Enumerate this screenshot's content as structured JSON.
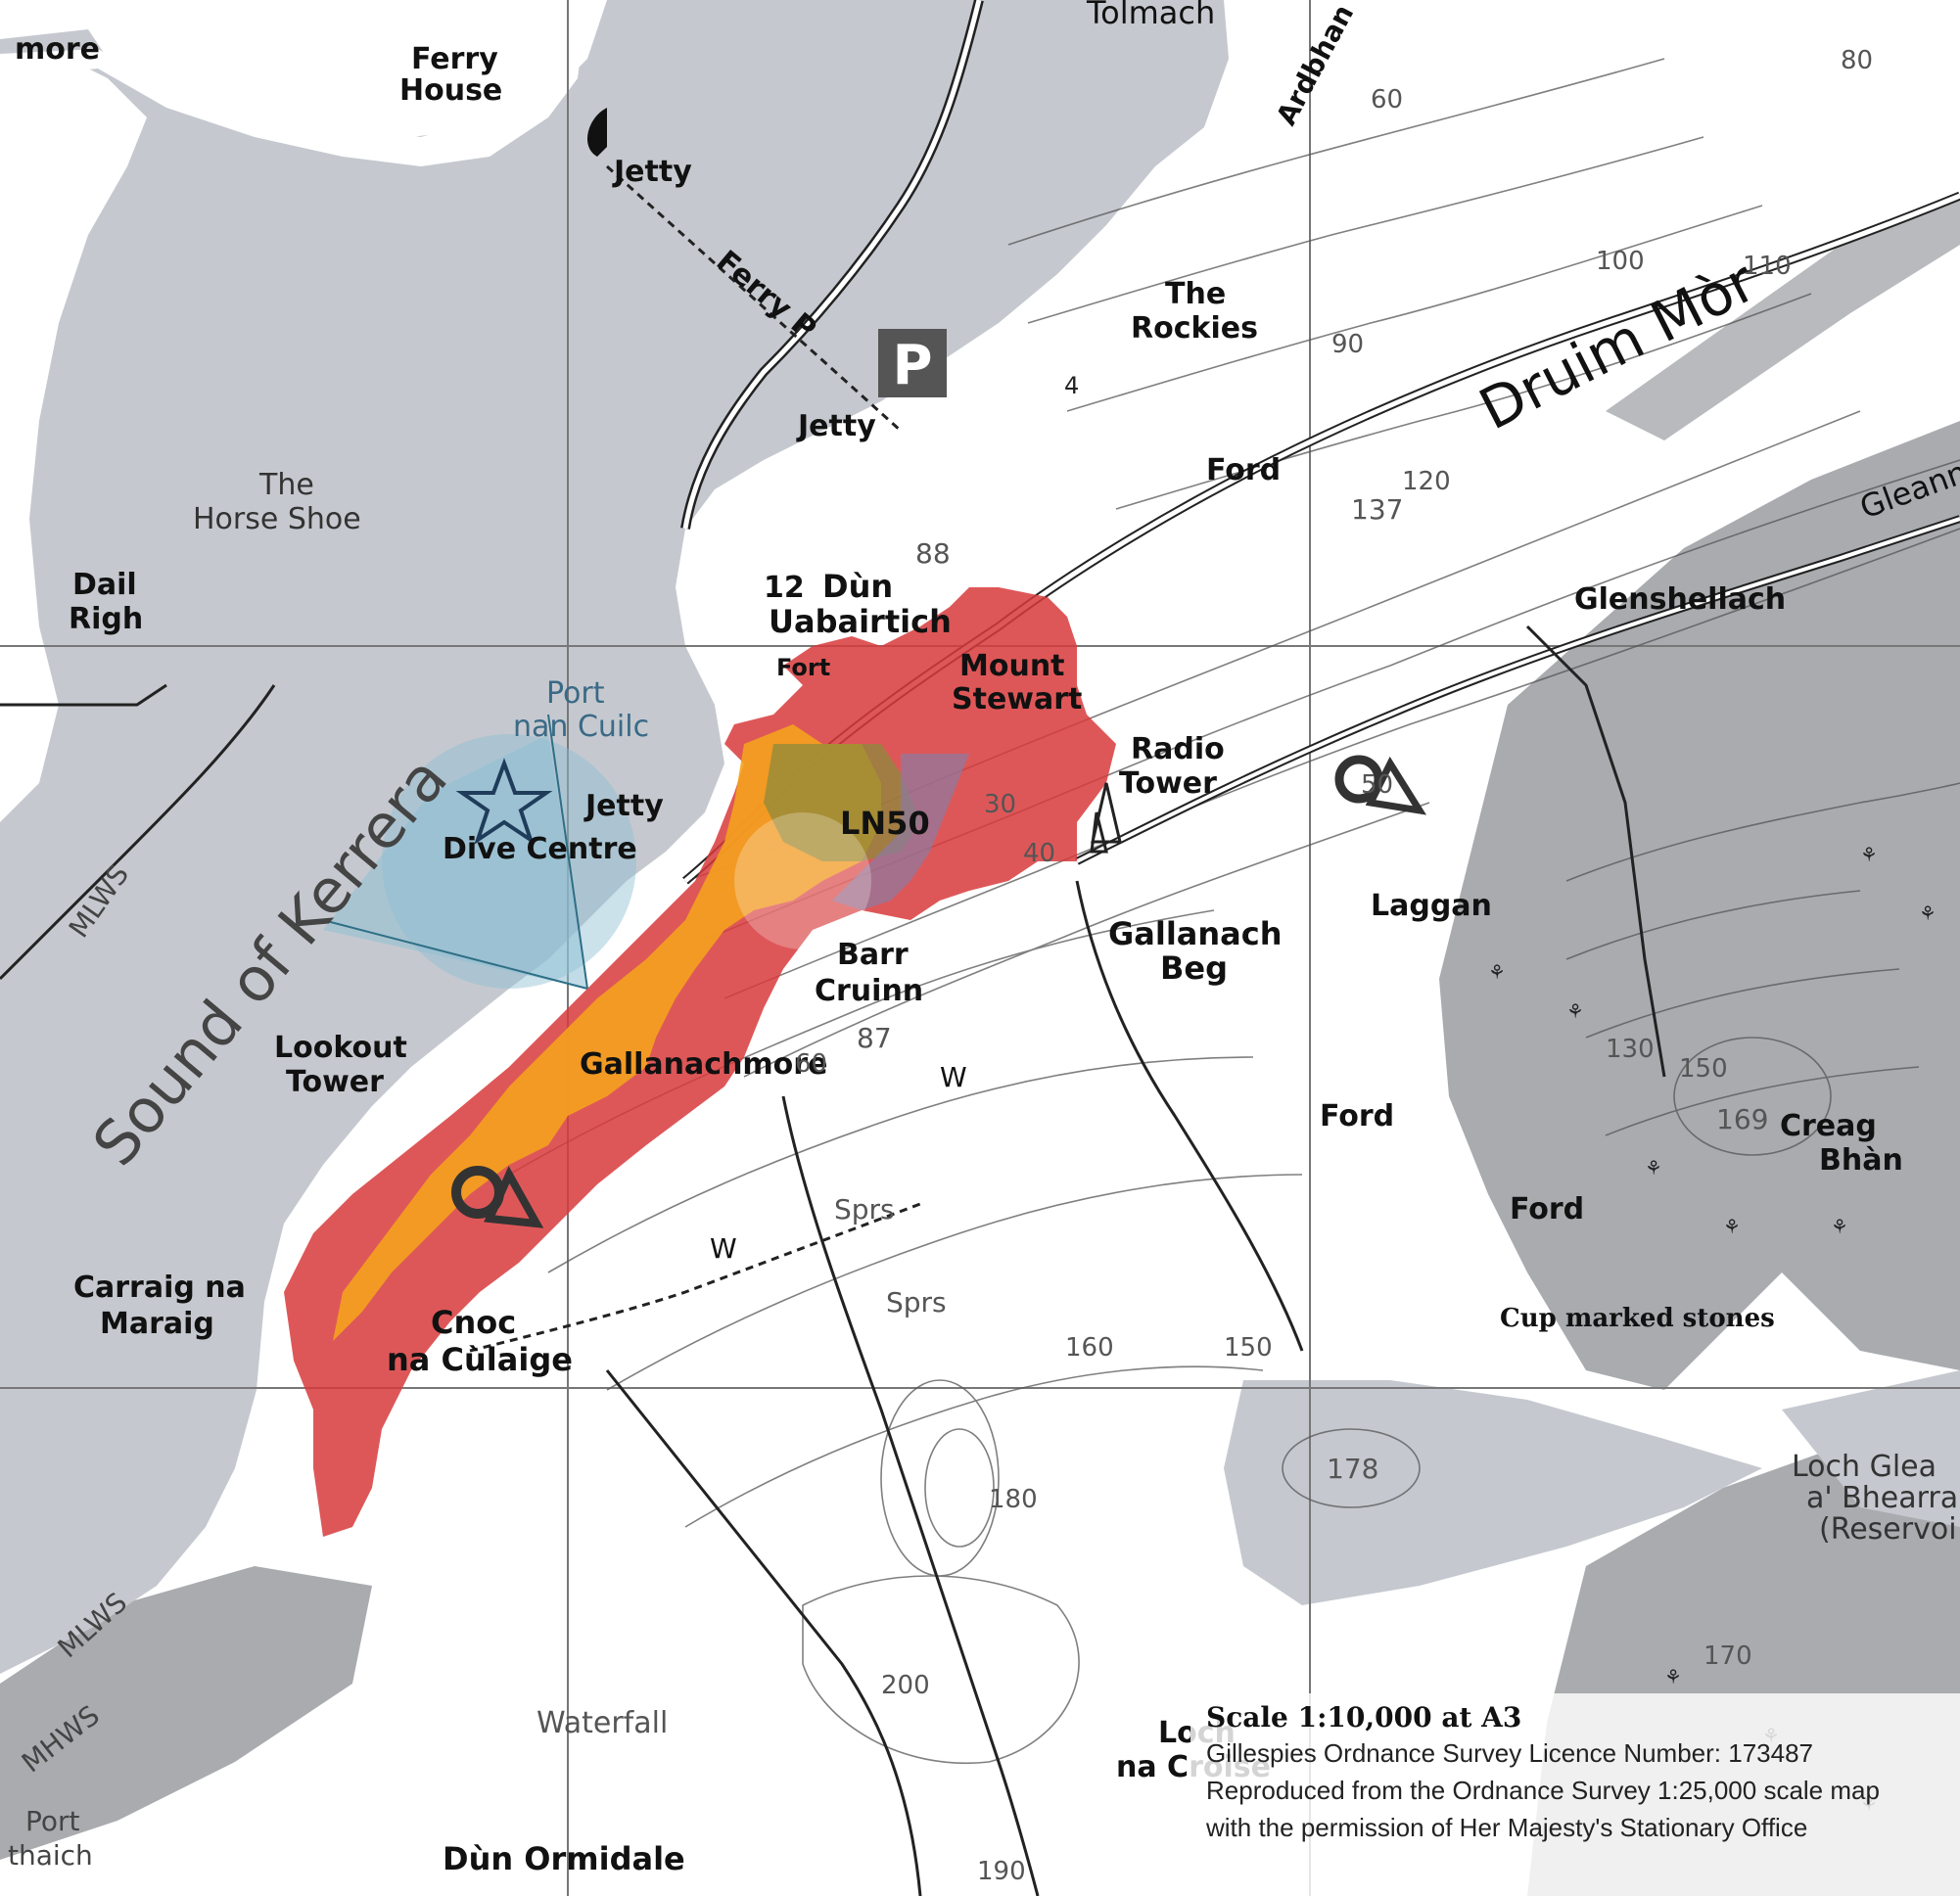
{
  "map": {
    "labels": {
      "tolmach": "Tolmach",
      "more": "more",
      "ferry_house_1": "Ferry",
      "ferry_house_2": "House",
      "jetty_top": "Jetty",
      "ferry_path": "Ferry P",
      "parking": "P",
      "jetty_mid": "Jetty",
      "ardbhan": "Ardbhan",
      "the_rockies_1": "The",
      "the_rockies_2": "Rockies",
      "druim_mor": "Druim Mòr",
      "gleann": "Gleann",
      "the_horse_shoe_1": "The",
      "the_horse_shoe_2": "Horse Shoe",
      "dail_righ_1": "Dail",
      "dail_righ_2": "Righ",
      "ford_1": "Ford",
      "num_12": "12",
      "dun_uabairtich_1": "Dùn",
      "dun_uabairtich_2": "Uabairtich",
      "glenshellach": "Glenshellach",
      "port_nan_cuilc_1": "Port",
      "port_nan_cuilc_2": "nan Cuilc",
      "fort": "Fort",
      "mount_stewart_1": "Mount",
      "mount_stewart_2": "Stewart",
      "radio_tower_1": "Radio",
      "radio_tower_2": "Tower",
      "jetty_dive": "Jetty",
      "dive_centre": "Dive Centre",
      "ln50": "LN50",
      "sound_of_kerrera": "Sound of Kerrera",
      "mlws_1": "MLWS",
      "laggan": "Laggan",
      "gallanach_beg_1": "Gallanach",
      "gallanach_beg_2": "Beg",
      "barr_cruinn_1": "Barr",
      "barr_cruinn_2": "Cruinn",
      "lookout_tower_1": "Lookout",
      "lookout_tower_2": "Tower",
      "gallanachmore": "Gallanachmore",
      "w_1": "W",
      "ford_2": "Ford",
      "creag_bhan_1": "Creag",
      "creag_bhan_2": "Bhàn",
      "ford_3": "Ford",
      "sprs_1": "Sprs",
      "w_2": "W",
      "sprs_2": "Sprs",
      "carraig_na_maraig_1": "Carraig na",
      "carraig_na_maraig_2": "Maraig",
      "cnoc_na_culaige_1": "Cnoc",
      "cnoc_na_culaige_2": "na Cùlaige",
      "cup_marked_stones": "Cup marked stones",
      "loch_gleann_1": "Loch Glea",
      "loch_gleann_2": "a' Bhearrai",
      "loch_gleann_3": "(Reservoi",
      "mlws_2": "MLWS",
      "mhws": "MHWS",
      "waterfall": "Waterfall",
      "loch_na_croise_1": "Loch",
      "loch_na_croise_2": "na Croise",
      "port_bottom_1": "Port",
      "port_bottom_2": "thaich",
      "dun_ormidale": "Dùn Ormidale"
    },
    "heights": {
      "h60": "60",
      "h80": "80",
      "h90": "90",
      "h100": "100",
      "h110": "110",
      "h120": "120",
      "h137": "137",
      "h88": "88",
      "h30": "30",
      "h40": "40",
      "h50": "50",
      "h87": "87",
      "h60b": "60",
      "h130": "130",
      "h150": "150",
      "h169": "169",
      "h160": "160",
      "h150b": "150",
      "h178": "178",
      "h180": "180",
      "h200": "200",
      "h190": "190",
      "h170": "170",
      "h4": "4"
    },
    "colors": {
      "water": "#c5c9cf",
      "land": "#ffffff",
      "forest": "#a9abaf",
      "red_zone": "#d8393b",
      "orange_zone": "#f4a21e",
      "olive_zone": "#8d8a3c",
      "purple_zone": "#8b7ba3",
      "viewshed": "#8fbfd3",
      "grid": "#777777"
    },
    "icons": [
      "star-icon",
      "parking-icon",
      "viewpoint-icon",
      "phone-icon"
    ]
  },
  "credit": {
    "scale": "Scale 1:10,000 at A3",
    "licence": "Gillespies Ordnance Survey Licence Number: 173487",
    "reproduced": "Reproduced from the Ordnance Survey 1:25,000 scale map",
    "permission": "with the permission of Her Majesty's Stationary Office"
  }
}
